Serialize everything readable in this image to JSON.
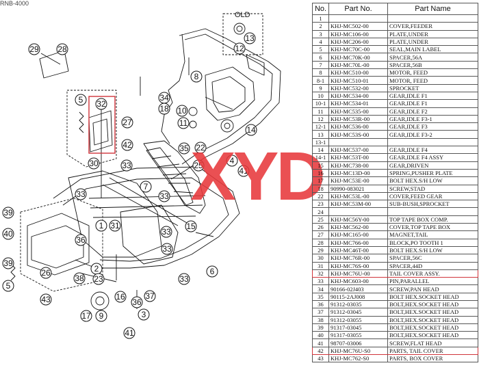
{
  "header_fragment": "RNB-4000",
  "watermark": "XYD",
  "highlight_color": "#d0343a",
  "watermark_color": "#e8393c",
  "diagram": {
    "old_label": "OLD",
    "callouts": [
      "1",
      "2",
      "3",
      "4",
      "5",
      "5",
      "6",
      "7",
      "8",
      "9",
      "10",
      "11",
      "12",
      "13",
      "14",
      "15",
      "16",
      "17",
      "18",
      "22",
      "23",
      "25",
      "26",
      "27",
      "28",
      "29",
      "30",
      "31",
      "32",
      "33",
      "33",
      "33",
      "33",
      "33",
      "33",
      "34",
      "35",
      "36",
      "36",
      "37",
      "38",
      "39",
      "39",
      "40",
      "41",
      "41",
      "42",
      "43"
    ]
  },
  "table": {
    "headers": [
      "No.",
      "Part No.",
      "Part Name"
    ],
    "rows": [
      {
        "no": "1",
        "part": "",
        "name": ""
      },
      {
        "no": "2",
        "part": "KHJ-MC502-00",
        "name": "COVER,FEEDER"
      },
      {
        "no": "3",
        "part": "KHJ-MC106-00",
        "name": "PLATE,UNDER"
      },
      {
        "no": "4",
        "part": "KHJ-MC206-00",
        "name": "PLATE,UNDER"
      },
      {
        "no": "5",
        "part": "KHJ-MC70C-00",
        "name": "SEAL,MAIN LABEL"
      },
      {
        "no": "6",
        "part": "KHJ-MC70K-00",
        "name": "SPACER,56A"
      },
      {
        "no": "7",
        "part": "KHJ-MC70L-00",
        "name": "SPACER,56B"
      },
      {
        "no": "8",
        "part": "KHJ-MC510-00",
        "name": "MOTOR, FEED"
      },
      {
        "no": "8-1",
        "part": "KHJ-MC510-01",
        "name": "MOTOR, FEED"
      },
      {
        "no": "9",
        "part": "KHJ-MC532-00",
        "name": "SPROCKET"
      },
      {
        "no": "10",
        "part": "KHJ-MC534-00",
        "name": "GEAR,IDLE F1"
      },
      {
        "no": "10-1",
        "part": "KHJ-MC534-01",
        "name": "GEAR,IDLE F1"
      },
      {
        "no": "11",
        "part": "KHJ-MC535-00",
        "name": "GEAR,IDLE F2"
      },
      {
        "no": "12",
        "part": "KHJ-MC53R-00",
        "name": "GEAR,IDLE F3-1"
      },
      {
        "no": "12-1",
        "part": "KHJ-MC536-00",
        "name": "GEAR,IDLE F3"
      },
      {
        "no": "13",
        "part": "KHJ-MC53S-00",
        "name": "GEAR,IDLE F3-2"
      },
      {
        "no": "13-1",
        "part": "",
        "name": ""
      },
      {
        "no": "14",
        "part": "KHJ-MC537-00",
        "name": "GEAR,IDLE F4"
      },
      {
        "no": "14-1",
        "part": "KHJ-MC53T-00",
        "name": "GEAR,IDLE F4 ASSY"
      },
      {
        "no": "15",
        "part": "KHJ-MC738-00",
        "name": "GEAR,DRIVEN"
      },
      {
        "no": "16",
        "part": "KHJ-MC13D-00",
        "name": "SPRING,PUSHER PLATE"
      },
      {
        "no": "17",
        "part": "KHJ-MC53E-00",
        "name": "BOLT HEX.S/H LOW"
      },
      {
        "no": "18",
        "part": "90990-083021",
        "name": "SCREW,STAD"
      },
      {
        "no": "22",
        "part": "KHJ-MC53L-00",
        "name": "COVER,FEED GEAR"
      },
      {
        "no": "23",
        "part": "KHJ-MC53M-00",
        "name": "SUB-BUSH,SPROCKET"
      },
      {
        "no": "24",
        "part": "",
        "name": ""
      },
      {
        "no": "25",
        "part": "KHJ-MC56Y-00",
        "name": "TOP TAPE BOX COMP."
      },
      {
        "no": "26",
        "part": "KHJ-MC562-00",
        "name": "COVER,TOP TAPE BOX"
      },
      {
        "no": "27",
        "part": "KHJ-MC165-00",
        "name": "MAGNET,TAIL"
      },
      {
        "no": "28",
        "part": "KHJ-MC766-00",
        "name": "BLOCK,PO TOOTH 1"
      },
      {
        "no": "29",
        "part": "KHJ-MC46T-00",
        "name": "BOLT HEX.S/H LOW"
      },
      {
        "no": "30",
        "part": "KHJ-MC76R-00",
        "name": "SPACER,56C"
      },
      {
        "no": "31",
        "part": "KHJ-MC76S-00",
        "name": "SPACER,44D"
      },
      {
        "no": "32",
        "part": "KHJ-MC76U-00",
        "name": "TAIL COVER ASSY.",
        "hl": true
      },
      {
        "no": "33",
        "part": "KHJ-MC603-00",
        "name": "PIN,PARALLEL"
      },
      {
        "no": "34",
        "part": "90166-02J403",
        "name": "SCREW,PAN HEAD"
      },
      {
        "no": "35",
        "part": "90115-2AJ008",
        "name": "BOLT HEX.SOCKET HEAD"
      },
      {
        "no": "36",
        "part": "91312-03035",
        "name": "BOLT,HEX.SOCKET HEAD"
      },
      {
        "no": "37",
        "part": "91312-03045",
        "name": "BOLT,HEX.SOCKET HEAD"
      },
      {
        "no": "38",
        "part": "91312-03055",
        "name": "BOLT,HEX.SOCKET HEAD"
      },
      {
        "no": "39",
        "part": "91317-03045",
        "name": "BOLT,HEX.SOCKET HEAD"
      },
      {
        "no": "40",
        "part": "91317-03055",
        "name": "BOLT,HEX.SOCKET HEAD"
      },
      {
        "no": "41",
        "part": "98707-03006",
        "name": "SCREW,FLAT HEAD"
      },
      {
        "no": "42",
        "part": "KHJ-MC76U-S0",
        "name": "PARTS, TAIL COVER",
        "hl": true
      },
      {
        "no": "43",
        "part": "KHJ-MC762-S0",
        "name": "PARTS, BOX COVER"
      }
    ]
  }
}
